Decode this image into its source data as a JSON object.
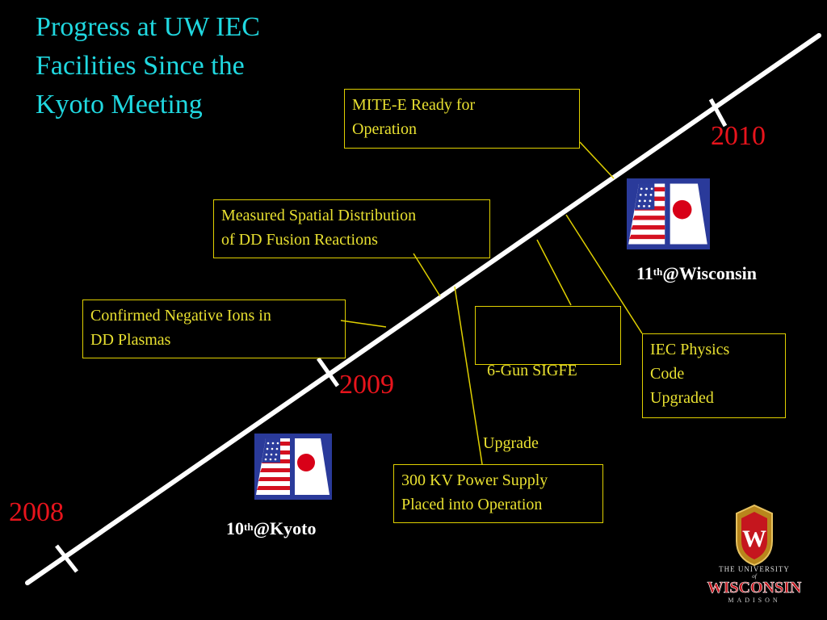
{
  "title": {
    "line1": "Progress at UW IEC",
    "line2": "Facilities Since the",
    "line3": "Kyoto Meeting"
  },
  "years": [
    "2008",
    "2009",
    "2010"
  ],
  "events": [
    {
      "line1": "MITE-E Ready for",
      "line2": "Operation"
    },
    {
      "line1": "Measured Spatial Distribution",
      "line2": "of DD Fusion Reactions"
    },
    {
      "line1": "Confirmed Negative Ions in",
      "line2": "DD Plasmas"
    },
    {
      "line1": " 6-Gun SIGFE",
      "line2": "Upgrade"
    },
    {
      "line1": "IEC Physics",
      "line2": "Code",
      "line3": "Upgraded"
    },
    {
      "line1": "300 KV Power Supply",
      "line2": "Placed into Operation"
    }
  ],
  "conferences": [
    {
      "number": "10",
      "suffix": "th",
      "place": "@Kyoto"
    },
    {
      "number": "11",
      "suffix": "th",
      "place": "@Wisconsin"
    }
  ],
  "logo": {
    "crest_letter": "W",
    "top_text": "THE UNIVERSITY",
    "of_text": "of",
    "name": "WISCONSIN",
    "city": "MADISON"
  },
  "colors": {
    "title": "#20d8e0",
    "year": "#e8141c",
    "box": "#e0d000",
    "timeline": "#ffffff",
    "background": "#000000"
  }
}
